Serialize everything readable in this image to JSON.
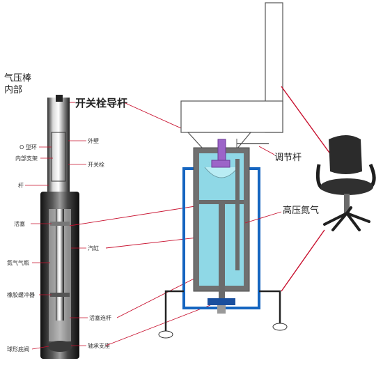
{
  "title": "气压棒\n内部",
  "title_lines": [
    "气压棒",
    "内部"
  ],
  "left_labels": {
    "o_ring": "O 型环",
    "inner_support": "内部支架",
    "rod": "杆",
    "piston": "活塞",
    "nitrogen_chamber": "氮气气瓶",
    "rubber_buffer": "橡胶缓冲器",
    "ball_base": "球形底阀"
  },
  "right_labels": {
    "outer_wall": "外壁",
    "switch_plug": "开关栓",
    "cylinder": "汽缸",
    "piston_rod": "活塞连杆",
    "bearing_seat": "轴承支座"
  },
  "diagram_labels": {
    "switch_plug_guide_rod": "开关栓导杆",
    "adjust_lever": "调节杆",
    "high_pressure_nitrogen": "高压氮气"
  },
  "colors": {
    "leader_line": "#c8102e",
    "outer_tube": "#1565c0",
    "gas_fill": "#8fd8e6",
    "cylinder_gray": "#6e6e6e",
    "plug_purple": "#9c64c8"
  }
}
